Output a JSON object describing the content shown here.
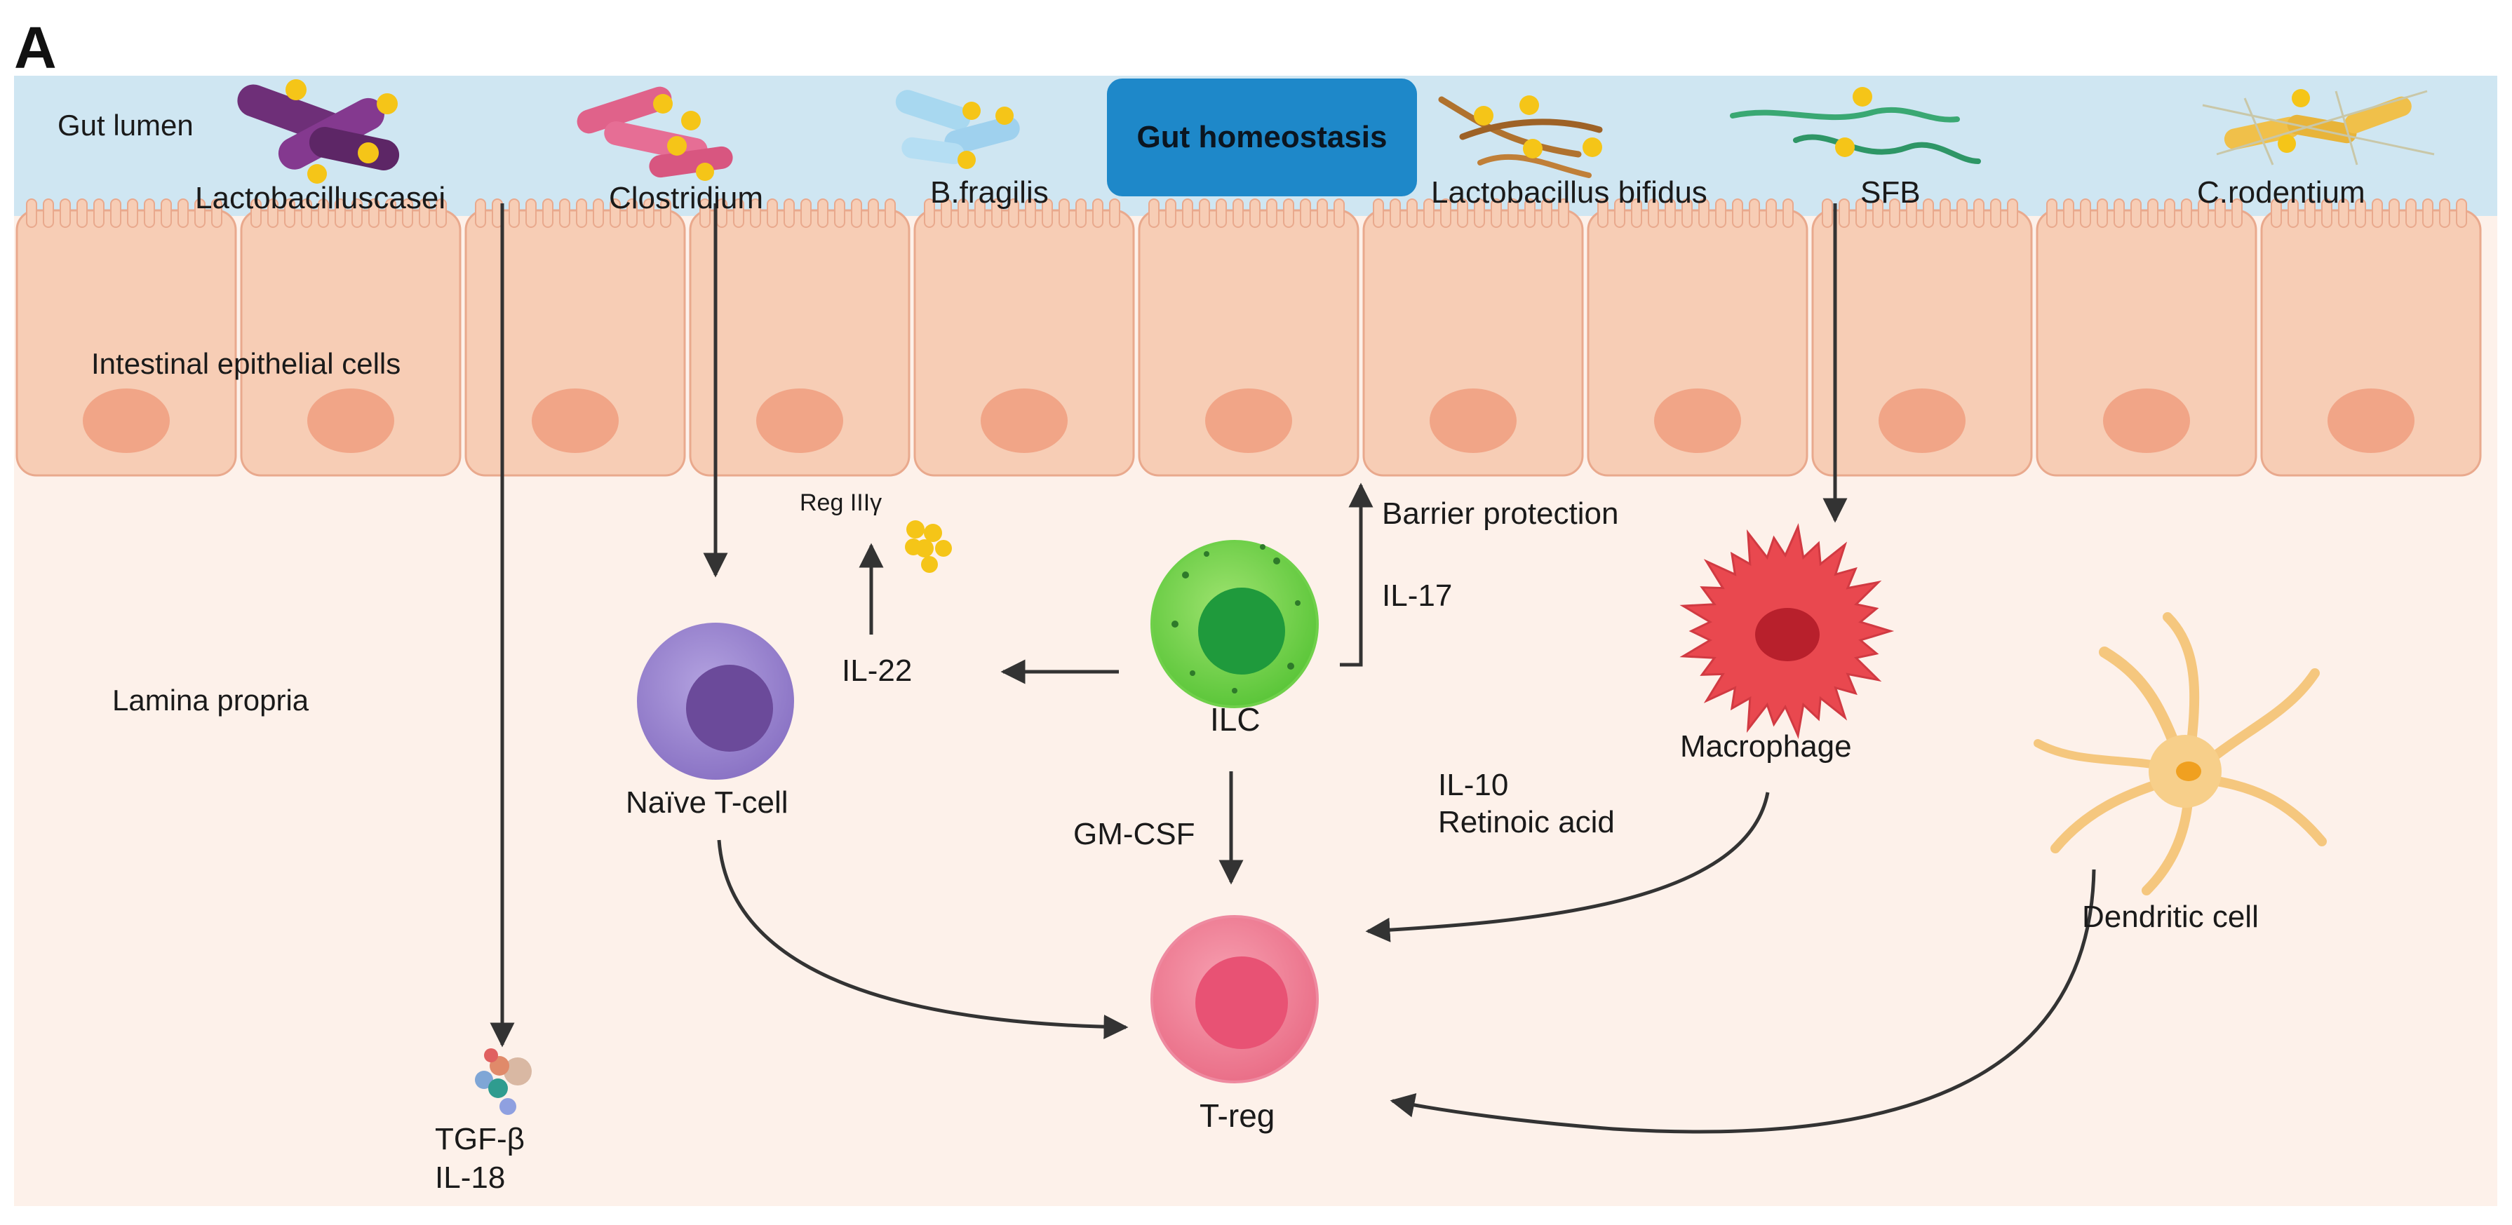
{
  "figure": {
    "panel_letter": "A",
    "center_box": "Gut homeostasis",
    "regions": {
      "lumen": "Gut lumen",
      "epithelium": "Intestinal epithelial cells",
      "lamina": "Lamina propria"
    },
    "bacteria": [
      "Lactobacilluscasei",
      "Clostridium",
      "B.fragilis",
      "Lactobacillus bifidus",
      "SFB",
      "C.rodentium"
    ],
    "cells": {
      "naive": "Naïve T-cell",
      "ilc": "ILC",
      "macrophage": "Macrophage",
      "dendritic": "Dendritic cell",
      "treg": "T-reg"
    },
    "molecules": {
      "reg3": "Reg IIIγ",
      "il22": "IL-22",
      "barrier": "Barrier protection",
      "il17": "IL-17",
      "gmcsf": "GM-CSF",
      "il10": "IL-10",
      "retinoic": "Retinoic acid",
      "tgfb": "TGF-β",
      "il18": "IL-18"
    },
    "colors": {
      "lumen": "#cfe6f2",
      "epithelial_cell": "#f7cdb5",
      "nucleus": "#f1a587",
      "lamina": "#fdf1ea",
      "homeostasis_box": "#1e88c9",
      "naive_cell": "#9a85cf",
      "ilc_cell": "#7cd44e",
      "macrophage": "#e9484f",
      "dendritic_cell": "#f7cf8a",
      "treg_cell": "#f07c95",
      "arrow": "#333333"
    }
  }
}
